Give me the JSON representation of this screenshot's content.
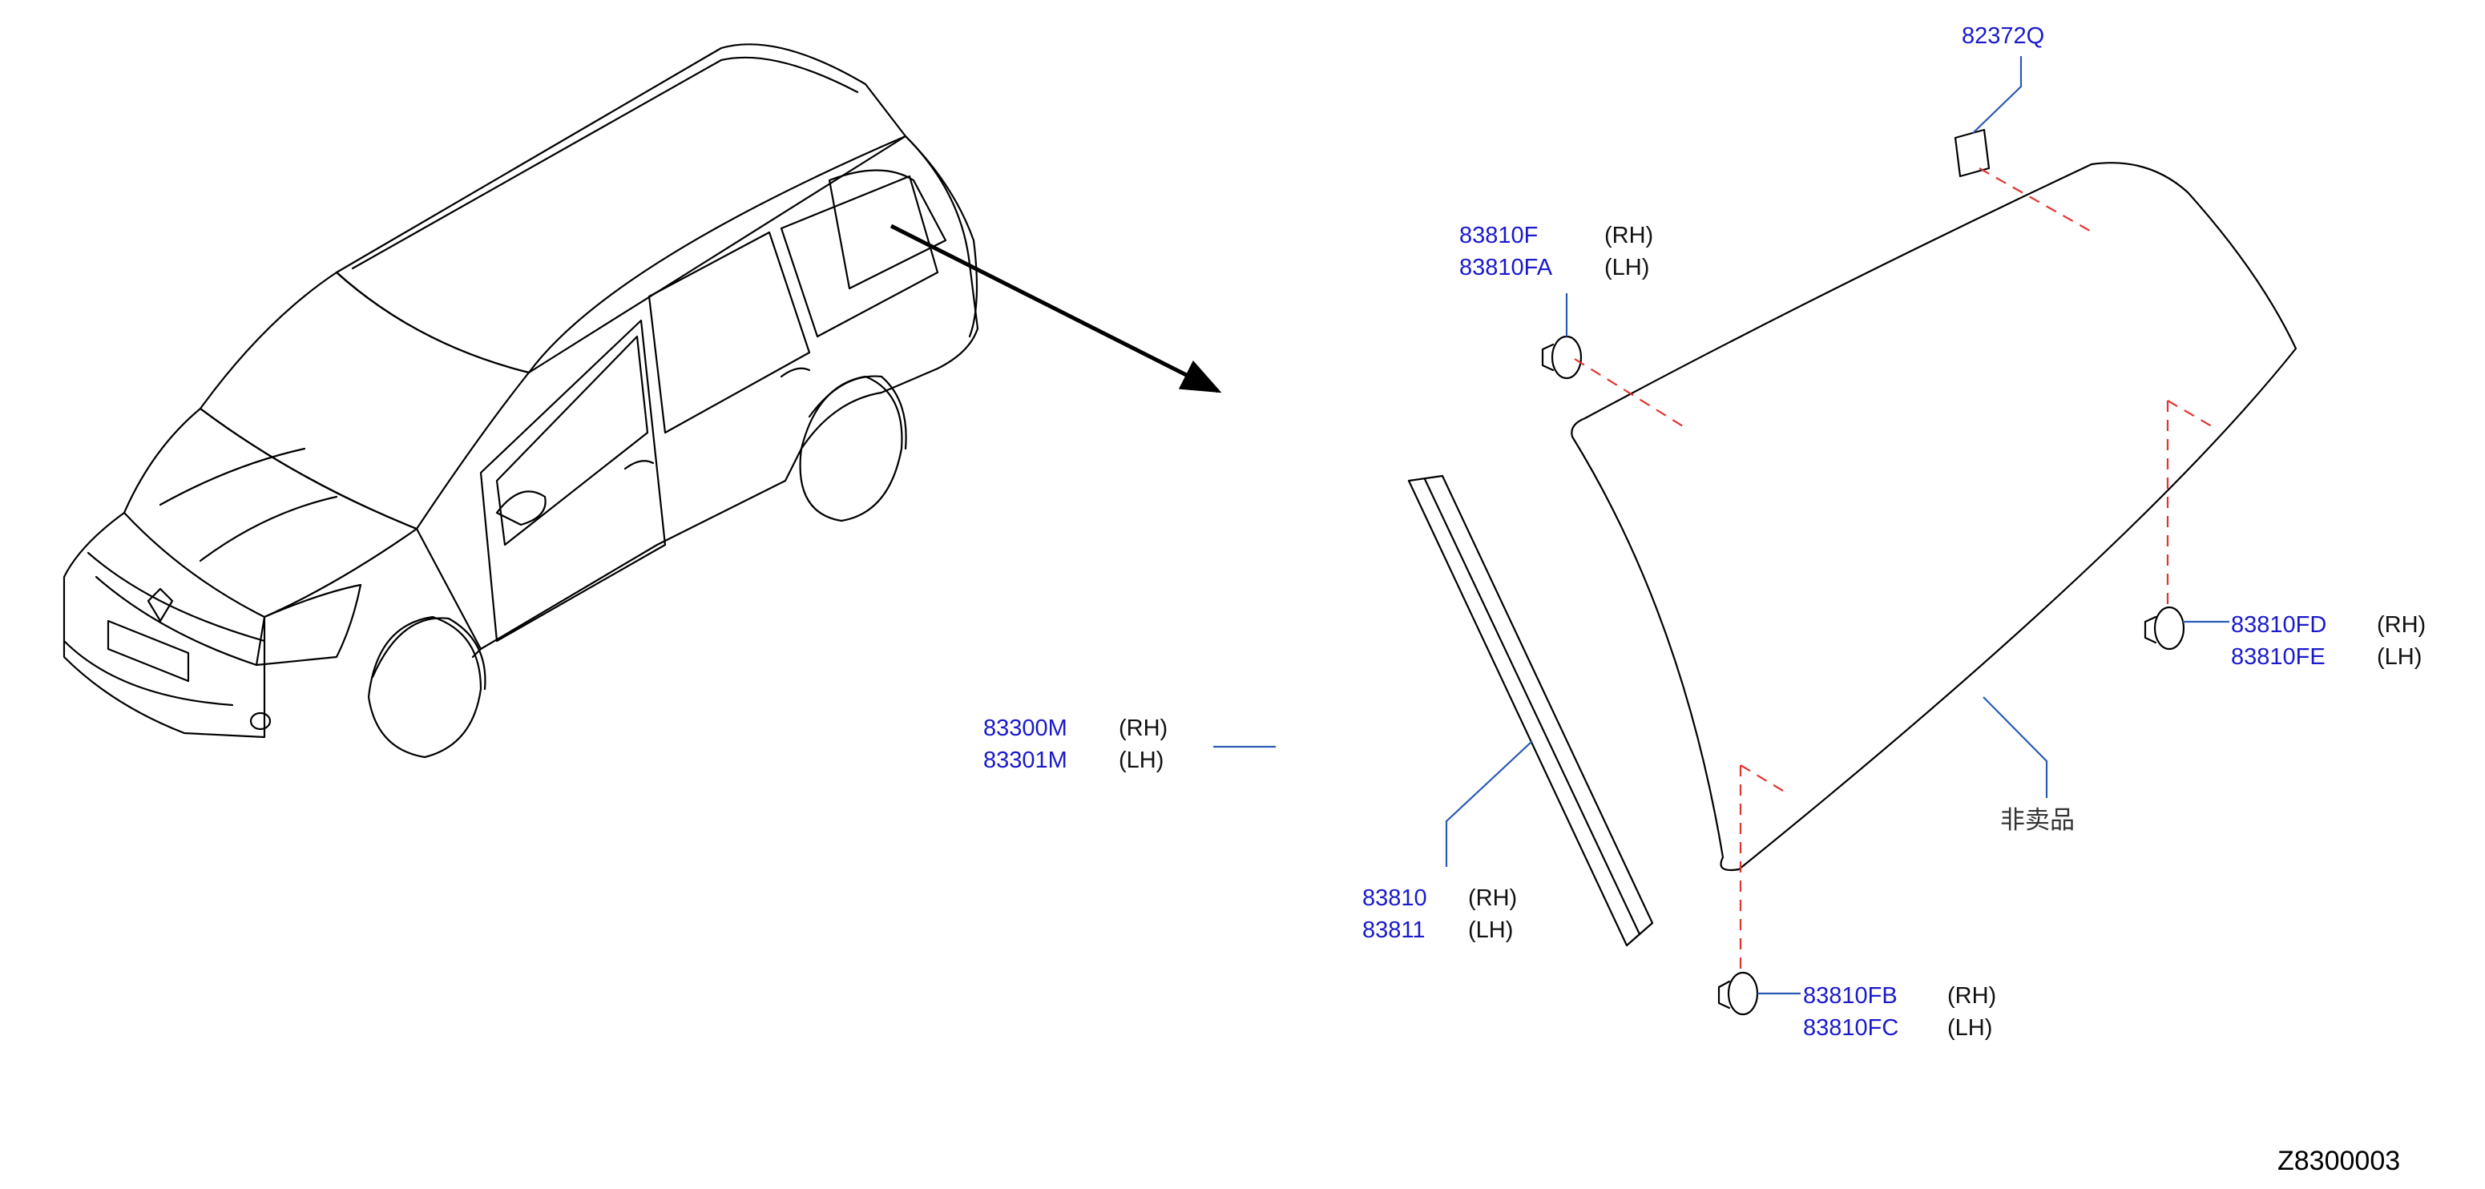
{
  "diagram": {
    "code": "Z8300003",
    "note": "非卖品",
    "callouts": [
      {
        "id": "c-82372q",
        "parts": [
          {
            "pn": "82372Q",
            "side": ""
          }
        ]
      },
      {
        "id": "c-83810f",
        "parts": [
          {
            "pn": "83810F",
            "side": "(RH)"
          },
          {
            "pn": "83810FA",
            "side": "(LH)"
          }
        ]
      },
      {
        "id": "c-83300m",
        "parts": [
          {
            "pn": "83300M",
            "side": "(RH)"
          },
          {
            "pn": "83301M",
            "side": "(LH)"
          }
        ]
      },
      {
        "id": "c-83810",
        "parts": [
          {
            "pn": "83810",
            "side": "(RH)"
          },
          {
            "pn": "83811",
            "side": "(LH)"
          }
        ]
      },
      {
        "id": "c-83810fb",
        "parts": [
          {
            "pn": "83810FB",
            "side": "(RH)"
          },
          {
            "pn": "83810FC",
            "side": "(LH)"
          }
        ]
      },
      {
        "id": "c-83810fd",
        "parts": [
          {
            "pn": "83810FD",
            "side": "(RH)"
          },
          {
            "pn": "83810FE",
            "side": "(LH)"
          }
        ]
      }
    ],
    "colors": {
      "part_number": "#1a1acc",
      "leader": "#2a5bb5",
      "dash": "#e0352f",
      "line": "#000000"
    }
  }
}
